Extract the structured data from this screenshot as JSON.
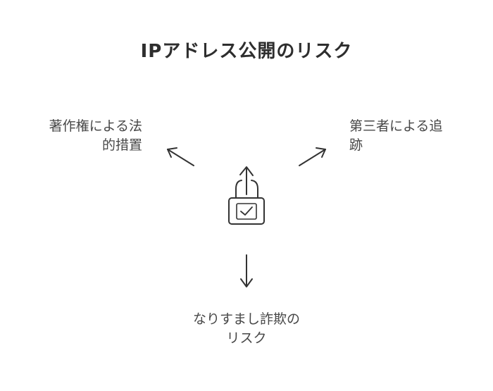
{
  "title": "IPアドレス公開のリスク",
  "center_icon": "lock-upload-icon",
  "risks": {
    "left": {
      "lines": [
        "著作権による法",
        "的措置"
      ]
    },
    "right": {
      "lines": [
        "第三者による追",
        "跡"
      ]
    },
    "bottom": {
      "lines": [
        "なりすまし詐欺の",
        "リスク"
      ]
    }
  }
}
